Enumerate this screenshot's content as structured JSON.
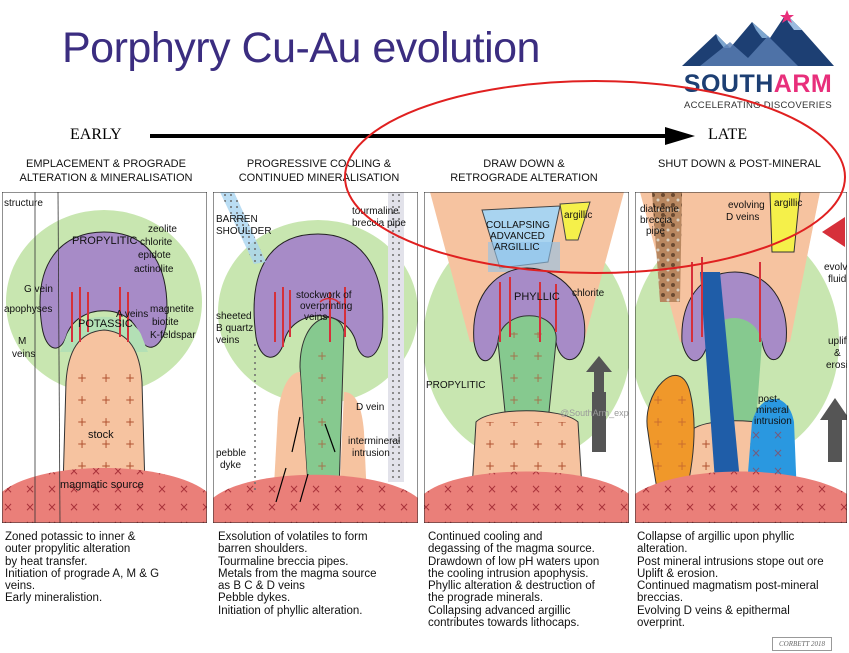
{
  "header": {
    "title": "Porphyry Cu-Au evolution",
    "logo": {
      "brand_part1": "SOUTH",
      "brand_part2": "ARM",
      "tagline": "ACCELERATING DISCOVERIES",
      "icon": "mountain-star-logo-icon",
      "colors": {
        "mountain": "#1d3f73",
        "star": "#e82f7b"
      }
    }
  },
  "timeline": {
    "start_label": "EARLY",
    "end_label": "LATE",
    "arrow_icon": "right-arrow-icon"
  },
  "stages": [
    {
      "title_line1": "EMPLACEMENT & PROGRADE",
      "title_line2": "ALTERATION & MINERALISATION",
      "labels": {
        "structure": "structure",
        "propylitic": "PROPYLITIC",
        "zeolite": "zeolite",
        "chlorite": "chlorite",
        "epidote": "epidote",
        "actinolite": "actinolite",
        "g_vein": "G vein",
        "a_veins": "A veins",
        "apophyses": "apophyses",
        "potassic": "POTASSIC",
        "magnetite": "magnetite",
        "biotite": "biotite",
        "kfeldspar": "K-feldspar",
        "m": "M",
        "veins": "veins",
        "stock": "stock",
        "magmatic_source": "magmatic source"
      },
      "description": [
        "Zoned potassic to inner &",
        "outer propylitic alteration",
        "by heat transfer.",
        "Initiation of prograde A, M & G",
        "veins.",
        "Early mineralistion."
      ]
    },
    {
      "title_line1": "PROGRESSIVE COOLING &",
      "title_line2": "CONTINUED MINERALISATION",
      "labels": {
        "barren": "BARREN",
        "shoulder": "SHOULDER",
        "tourmaline": "tourmaline",
        "breccia_pipe": "breccia pipe",
        "stockwork1": "stockwork of",
        "stockwork2": "overprinting",
        "stockwork3": "veins",
        "sheeted": "sheeted",
        "b_quartz": "B quartz",
        "veins": "veins",
        "d_vein": "D vein",
        "pebble": "pebble",
        "dyke": "dyke",
        "intermineral": "intermineral",
        "intrusion": "intrusion"
      },
      "description": [
        "Exsolution of volatiles to form",
        "barren shoulders.",
        "Tourmaline breccia pipes.",
        "Metals from the magma source",
        "as B C & D veins",
        "Pebble dykes.",
        "Initiation of phyllic alteration."
      ]
    },
    {
      "title_line1": "DRAW DOWN &",
      "title_line2": "RETROGRADE ALTERATION",
      "labels": {
        "argillic": "argillic",
        "collapsing1": "COLLAPSING",
        "collapsing2": "ADVANCED",
        "collapsing3": "ARGILLIC",
        "phyllic": "PHYLLIC",
        "chlorite": "chlorite",
        "propylitic": "PROPYLITIC"
      },
      "description": [
        "Continued cooling and",
        "degassing of the magma source.",
        "Drawdown of low pH waters upon",
        "the cooling intrusion apophysis.",
        "Phyllic alteration & destruction of",
        "the prograde minerals.",
        "Collapsing advanced argillic",
        "contributes towards lithocaps."
      ]
    },
    {
      "title_line1": "SHUT DOWN & POST-MINERAL",
      "title_line2": "",
      "labels": {
        "diatreme": "diatreme",
        "breccia": "breccia",
        "pipe": "pipe",
        "evolving": "evolving",
        "d_veins": "D veins",
        "argillic": "argillic",
        "evolving_fluid1": "evolving",
        "evolving_fluid2": "fluid",
        "uplift": "uplift",
        "amp": "&",
        "erosion": "erosion",
        "post": "post-",
        "mineral": "mineral",
        "intrusion": "intrusion"
      },
      "description": [
        "Collapse of argillic upon phyllic",
        "alteration.",
        "Post mineral intrusions stope out ore",
        "Uplift & erosion.",
        "Continued magmatism post-mineral",
        "breccias.",
        "Evolving D veins & epithermal",
        "overprint."
      ]
    }
  ],
  "watermark": "@SouthArm_exploration",
  "credit": "CORBETT 2018",
  "highlight_color": "#e02020",
  "palette": {
    "propylitic": "#c8e6b0",
    "potassic": "#a78bc7",
    "stock": "#f6c3a0",
    "magma": "#ea7f79",
    "phyllic_green": "#86c98f",
    "argillic": "#f5f04a",
    "advanced": "#a9d4f0",
    "dvein": "#1f5da8"
  }
}
